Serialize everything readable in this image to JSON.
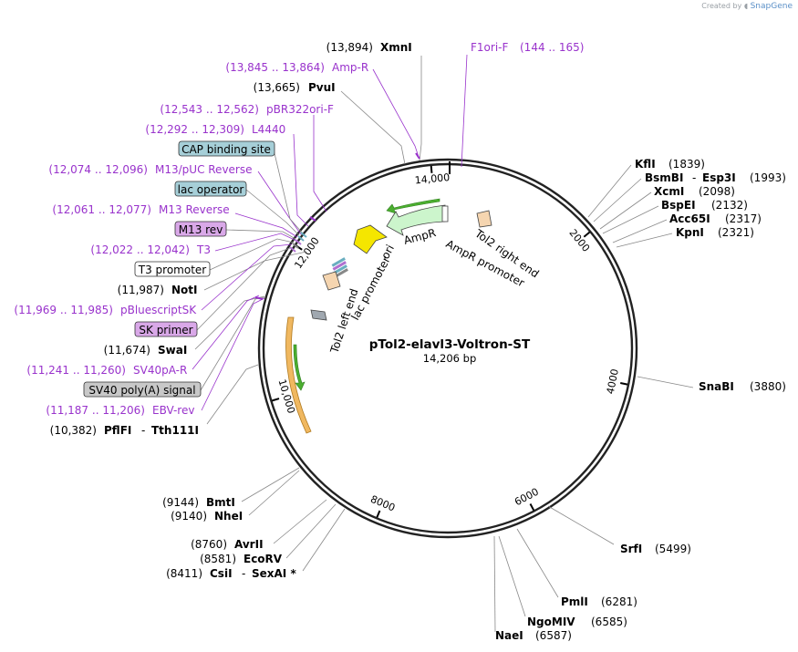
{
  "credit": {
    "created_by": "Created by",
    "brand": "SnapGene"
  },
  "plasmid": {
    "name": "pTol2-elavl3-Voltron-ST",
    "size_label": "14,206 bp",
    "total_bp": 14206
  },
  "ticks": [
    {
      "bp": 2000,
      "label": "2000"
    },
    {
      "bp": 4000,
      "label": "4000"
    },
    {
      "bp": 6000,
      "label": "6000"
    },
    {
      "bp": 8000,
      "label": "8000"
    },
    {
      "bp": 10000,
      "label": "10,000"
    },
    {
      "bp": 12000,
      "label": "12,000"
    },
    {
      "bp": 14000,
      "label": "14,000"
    }
  ],
  "sites": [
    {
      "name": "XmnI",
      "pos": "(13,894)",
      "bp": 13894
    },
    {
      "name": "PvuI",
      "pos": "(13,665)",
      "bp": 13665
    },
    {
      "name": "NotI",
      "pos": "(11,987)",
      "bp": 11987
    },
    {
      "name": "SwaI",
      "pos": "(11,674)",
      "bp": 11674
    },
    {
      "name": "PflFI",
      "name2": "Tth111I",
      "pos": "(10,382)",
      "bp": 10382
    },
    {
      "name": "KflI",
      "pos": "(1839)",
      "bp": 1839
    },
    {
      "name": "BsmBI",
      "name2": "Esp3I",
      "pos": "(1993)",
      "bp": 1993
    },
    {
      "name": "XcmI",
      "pos": "(2098)",
      "bp": 2098
    },
    {
      "name": "BspEI",
      "pos": "(2132)",
      "bp": 2132
    },
    {
      "name": "Acc65I",
      "pos": "(2317)",
      "bp": 2317
    },
    {
      "name": "KpnI",
      "pos": "(2321)",
      "bp": 2321
    },
    {
      "name": "SnaBI",
      "pos": "(3880)",
      "bp": 3880
    },
    {
      "name": "SrfI",
      "pos": "(5499)",
      "bp": 5499
    },
    {
      "name": "PmlI",
      "pos": "(6281)",
      "bp": 6281
    },
    {
      "name": "NgoMIV",
      "pos": "(6585)",
      "bp": 6585
    },
    {
      "name": "NaeI",
      "pos": "(6587)",
      "bp": 6587
    },
    {
      "name": "BmtI",
      "pos": "(9144)",
      "bp": 9144
    },
    {
      "name": "NheI",
      "pos": "(9140)",
      "bp": 9140
    },
    {
      "name": "AvrII",
      "pos": "(8760)",
      "bp": 8760
    },
    {
      "name": "EcoRV",
      "pos": "(8581)",
      "bp": 8581
    },
    {
      "name": "CsiI",
      "name2": "SexAI *",
      "pos": "(8411)",
      "bp": 8411
    }
  ],
  "primers": [
    {
      "name": "F1ori-F",
      "range": "(144 .. 165)"
    },
    {
      "name": "Amp-R",
      "range": "(13,845 .. 13,864)"
    },
    {
      "name": "pBR322ori-F",
      "range": "(12,543 .. 12,562)"
    },
    {
      "name": "L4440",
      "range": "(12,292 .. 12,309)"
    },
    {
      "name": "M13/pUC Reverse",
      "range": "(12,074 .. 12,096)"
    },
    {
      "name": "M13 Reverse",
      "range": "(12,061 .. 12,077)"
    },
    {
      "name": "T3",
      "range": "(12,022 .. 12,042)"
    },
    {
      "name": "pBluescriptSK",
      "range": "(11,969 .. 11,985)"
    },
    {
      "name": "SV40pA-R",
      "range": "(11,241 .. 11,260)"
    },
    {
      "name": "EBV-rev",
      "range": "(11,187 .. 11,206)"
    }
  ],
  "boxed_features": [
    {
      "name": "CAP binding site",
      "color": "#a6cfd8"
    },
    {
      "name": "lac operator",
      "color": "#a6cfd8"
    },
    {
      "name": "M13 rev",
      "color": "#d9a8e8"
    },
    {
      "name": "T3 promoter",
      "color": "#ffffff"
    },
    {
      "name": "SK primer",
      "color": "#d9a8e8"
    },
    {
      "name": "SV40 poly(A) signal",
      "color": "#c8c8c8"
    }
  ],
  "inner_features": [
    {
      "name": "ori"
    },
    {
      "name": "AmpR"
    },
    {
      "name": "AmpR promoter"
    },
    {
      "name": "Tol2 right end"
    },
    {
      "name": "Tol2 left end"
    },
    {
      "name": "lac promoter"
    }
  ],
  "colors": {
    "primer": "#9933cc",
    "backbone": "#222222",
    "ori": "#f5e600",
    "ampr": "#ccf5cc",
    "tol2": "#f5d5b0",
    "orange_feature": "#f0b860",
    "green_arrow": "#4caf30",
    "grey_feature": "#a0a8b0"
  }
}
